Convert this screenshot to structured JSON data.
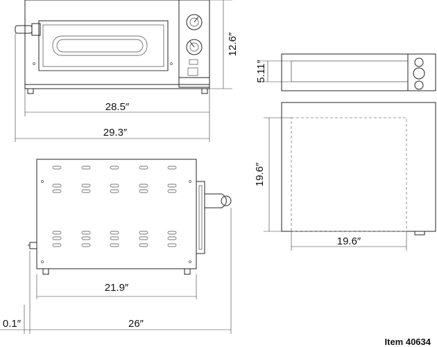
{
  "dimensions": {
    "height_front": "12.6″",
    "inner_width": "28.5″",
    "overall_width": "29.3″",
    "panel_height": "5.11″",
    "top_depth": "19.6″",
    "top_width": "19.6″",
    "side_depth": "21.9″",
    "side_overall": "26″",
    "side_offset": "0.1″"
  },
  "item_label": "Item 40634"
}
